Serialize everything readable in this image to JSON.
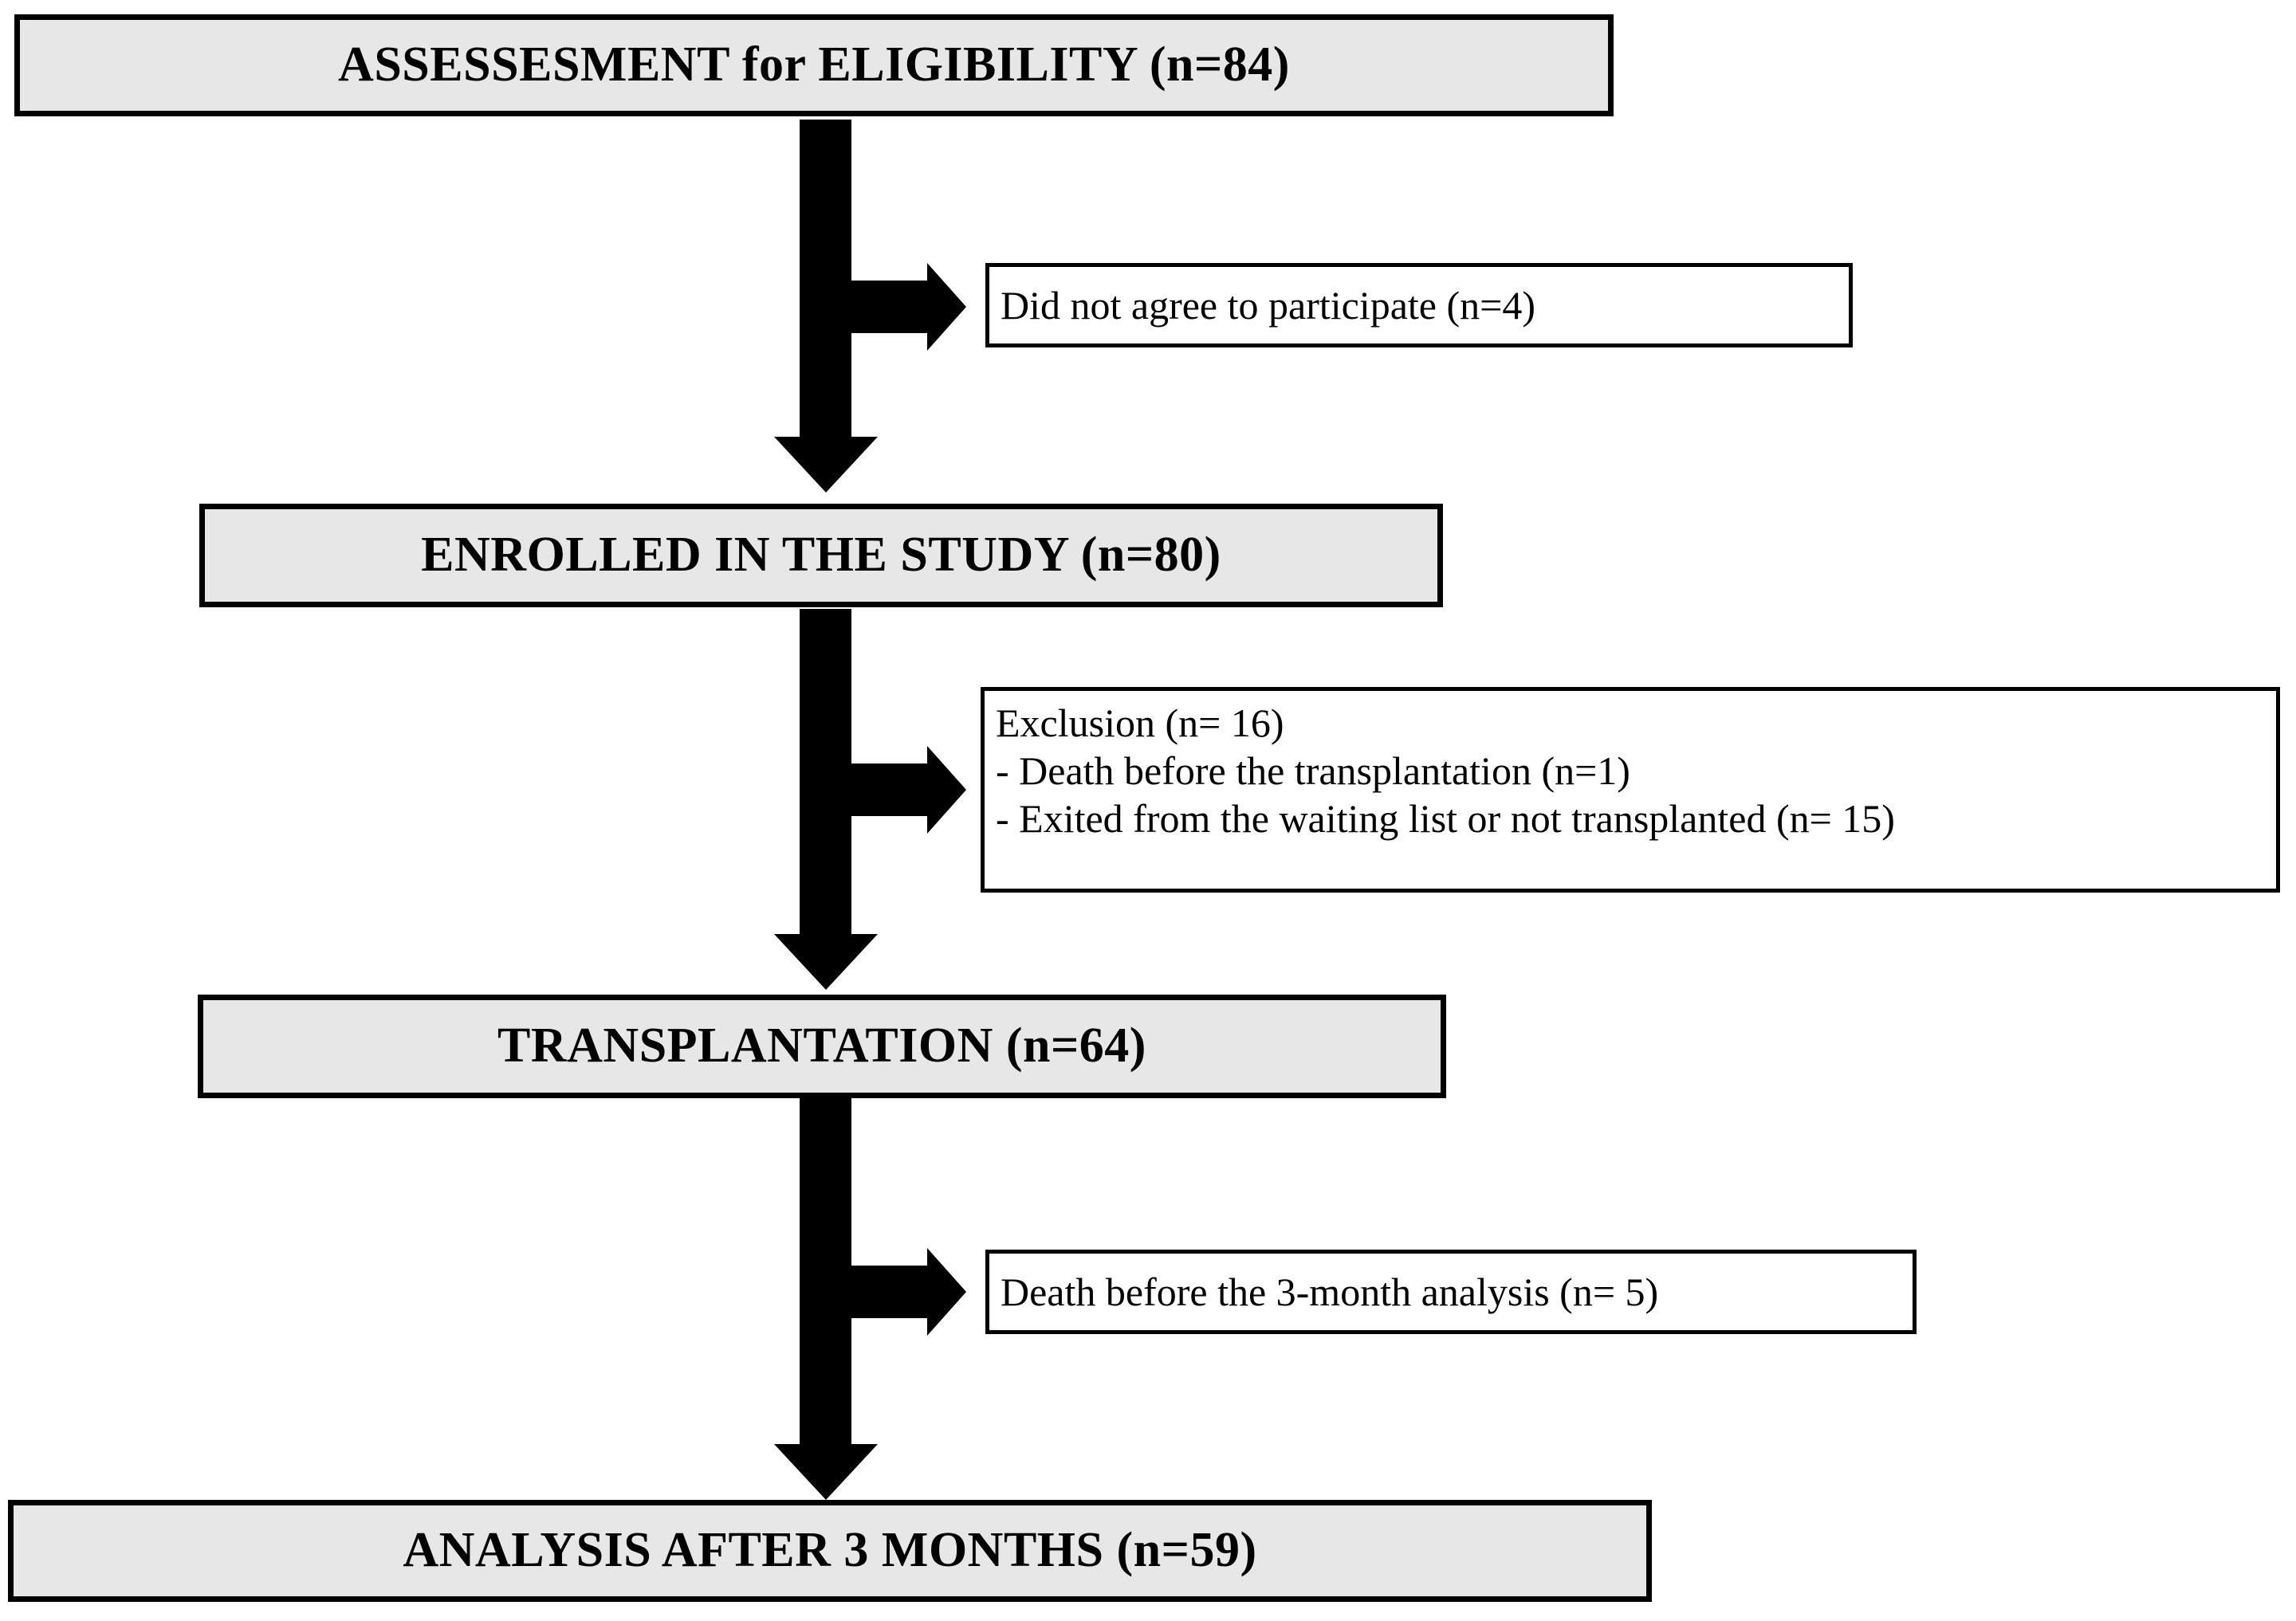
{
  "diagram": {
    "type": "study-flow-chart",
    "orientation": "vertical",
    "colors": {
      "stage_fill": "#e7e7e7",
      "side_fill": "#ffffff",
      "stroke": "#000000",
      "background": "#ffffff"
    },
    "stages": [
      {
        "id": "assessment",
        "label": "ASSESSESMENT for ELIGIBILITY (n=84)",
        "count": 84
      },
      {
        "id": "enrolled",
        "label": "ENROLLED IN THE STUDY (n=80)",
        "count": 80
      },
      {
        "id": "transplantation",
        "label": "TRANSPLANTATION (n=64)",
        "count": 64
      },
      {
        "id": "analysis",
        "label": "ANALYSIS AFTER 3 MONTHS (n=59)",
        "count": 59
      }
    ],
    "exclusions": [
      {
        "id": "did-not-agree",
        "lines": [
          "Did not agree to participate (n=4)"
        ],
        "count": 4
      },
      {
        "id": "exclusion-block",
        "lines": [
          "Exclusion (n= 16)",
          "- Death before the transplantation (n=1)",
          "- Exited from the waiting list or not transplanted (n= 15)"
        ],
        "count": 16
      },
      {
        "id": "death-before-3-month",
        "lines": [
          "Death before the 3-month analysis (n= 5)"
        ],
        "count": 5
      }
    ],
    "connectors": [
      {
        "id": "assessment-to-enrolled",
        "kind": "down-arrow"
      },
      {
        "id": "assessment-to-did-not-agree",
        "kind": "right-arrow"
      },
      {
        "id": "enrolled-to-transplantation",
        "kind": "down-arrow"
      },
      {
        "id": "enrolled-to-exclusion",
        "kind": "right-arrow"
      },
      {
        "id": "transplantation-to-analysis",
        "kind": "down-arrow"
      },
      {
        "id": "transplantation-to-death",
        "kind": "right-arrow"
      }
    ]
  }
}
